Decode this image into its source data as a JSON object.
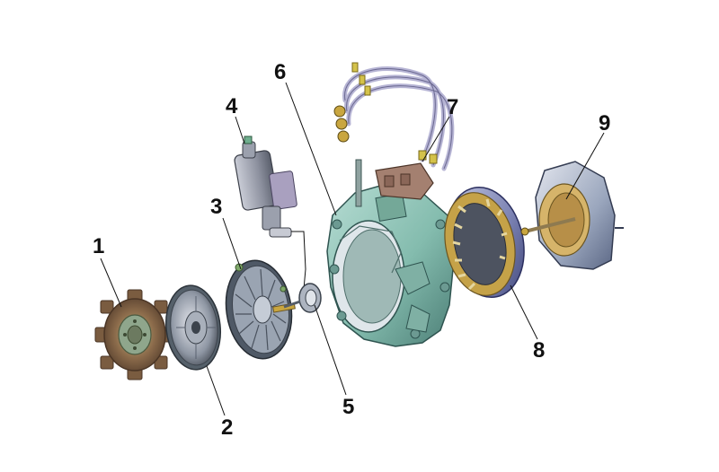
{
  "callouts": [
    {
      "id": "1",
      "text": "1"
    },
    {
      "id": "2",
      "text": "2"
    },
    {
      "id": "3",
      "text": "3"
    },
    {
      "id": "4",
      "text": "4"
    },
    {
      "id": "5",
      "text": "5"
    },
    {
      "id": "6",
      "text": "6"
    },
    {
      "id": "7",
      "text": "7"
    },
    {
      "id": "8",
      "text": "8"
    },
    {
      "id": "9",
      "text": "9"
    }
  ],
  "colors": {
    "housing": "#8fc3b6",
    "metal": "#9aa2ad",
    "bronze": "#8a6a4a",
    "gold": "#c9a640",
    "cable": "#b9b8d6",
    "label": "#111111"
  }
}
